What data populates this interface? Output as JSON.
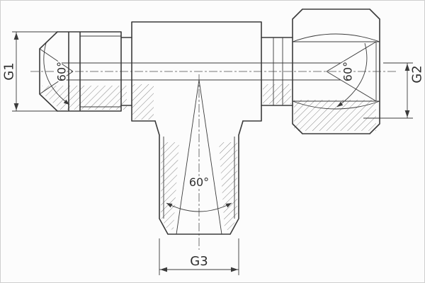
{
  "drawing": {
    "background_color": "#fcfcfc",
    "line_color": "#3b3b3b",
    "hatch_color": "#6a6a6a",
    "labels": {
      "g1": "G1",
      "g2": "G2",
      "g3": "G3"
    },
    "angle_labels": {
      "left": "60°",
      "right": "60°",
      "bottom": "60°"
    }
  }
}
